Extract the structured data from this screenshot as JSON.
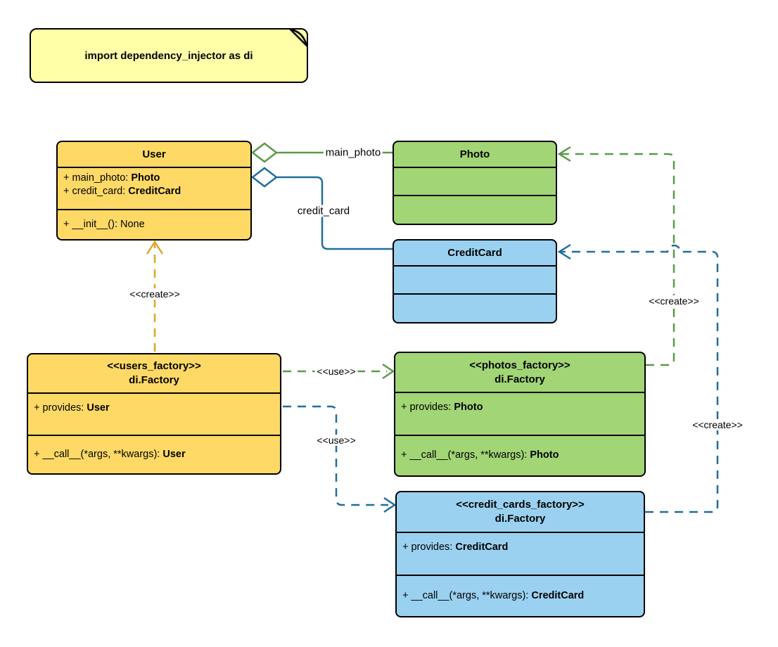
{
  "note": {
    "text": "import dependency_injector as di"
  },
  "classes": {
    "user": {
      "title": "User",
      "attributes": [
        {
          "text": "+ main_photo: ",
          "type": "Photo"
        },
        {
          "text": "+ credit_card: ",
          "type": "CreditCard"
        }
      ],
      "methods": [
        {
          "text": "+ __init__(): None",
          "type": ""
        }
      ]
    },
    "photo": {
      "title": "Photo"
    },
    "credit_card": {
      "title": "CreditCard"
    },
    "users_factory": {
      "stereotype": "<<users_factory>>",
      "title": "di.Factory",
      "attributes": [
        {
          "text": "+ provides: ",
          "type": "User"
        }
      ],
      "methods": [
        {
          "text": "+ __call__(*args, **kwargs): ",
          "type": "User"
        }
      ]
    },
    "photos_factory": {
      "stereotype": "<<photos_factory>>",
      "title": "di.Factory",
      "attributes": [
        {
          "text": "+ provides: ",
          "type": "Photo"
        }
      ],
      "methods": [
        {
          "text": "+ __call__(*args, **kwargs): ",
          "type": "Photo"
        }
      ]
    },
    "credit_cards_factory": {
      "stereotype": "<<credit_cards_factory>>",
      "title": "di.Factory",
      "attributes": [
        {
          "text": "+ provides: ",
          "type": "CreditCard"
        }
      ],
      "methods": [
        {
          "text": "+ __call__(*args, **kwargs): ",
          "type": "CreditCard"
        }
      ]
    }
  },
  "labels": {
    "main_photo": "main_photo",
    "credit_card": "credit_card",
    "create_user": "<<create>>",
    "use_photos": "<<use>>",
    "use_credit_cards": "<<use>>",
    "create_photo": "<<create>>",
    "create_credit_card": "<<create>>"
  },
  "colors": {
    "note_fill": "#FFFFA8",
    "yellow_fill": "#FFD966",
    "green_fill": "#A2D575",
    "blue_fill": "#9AD1F0",
    "yellow_line": "#DFA526",
    "green_line": "#5A9A48",
    "blue_line": "#1F6E9C",
    "border": "#000000"
  }
}
